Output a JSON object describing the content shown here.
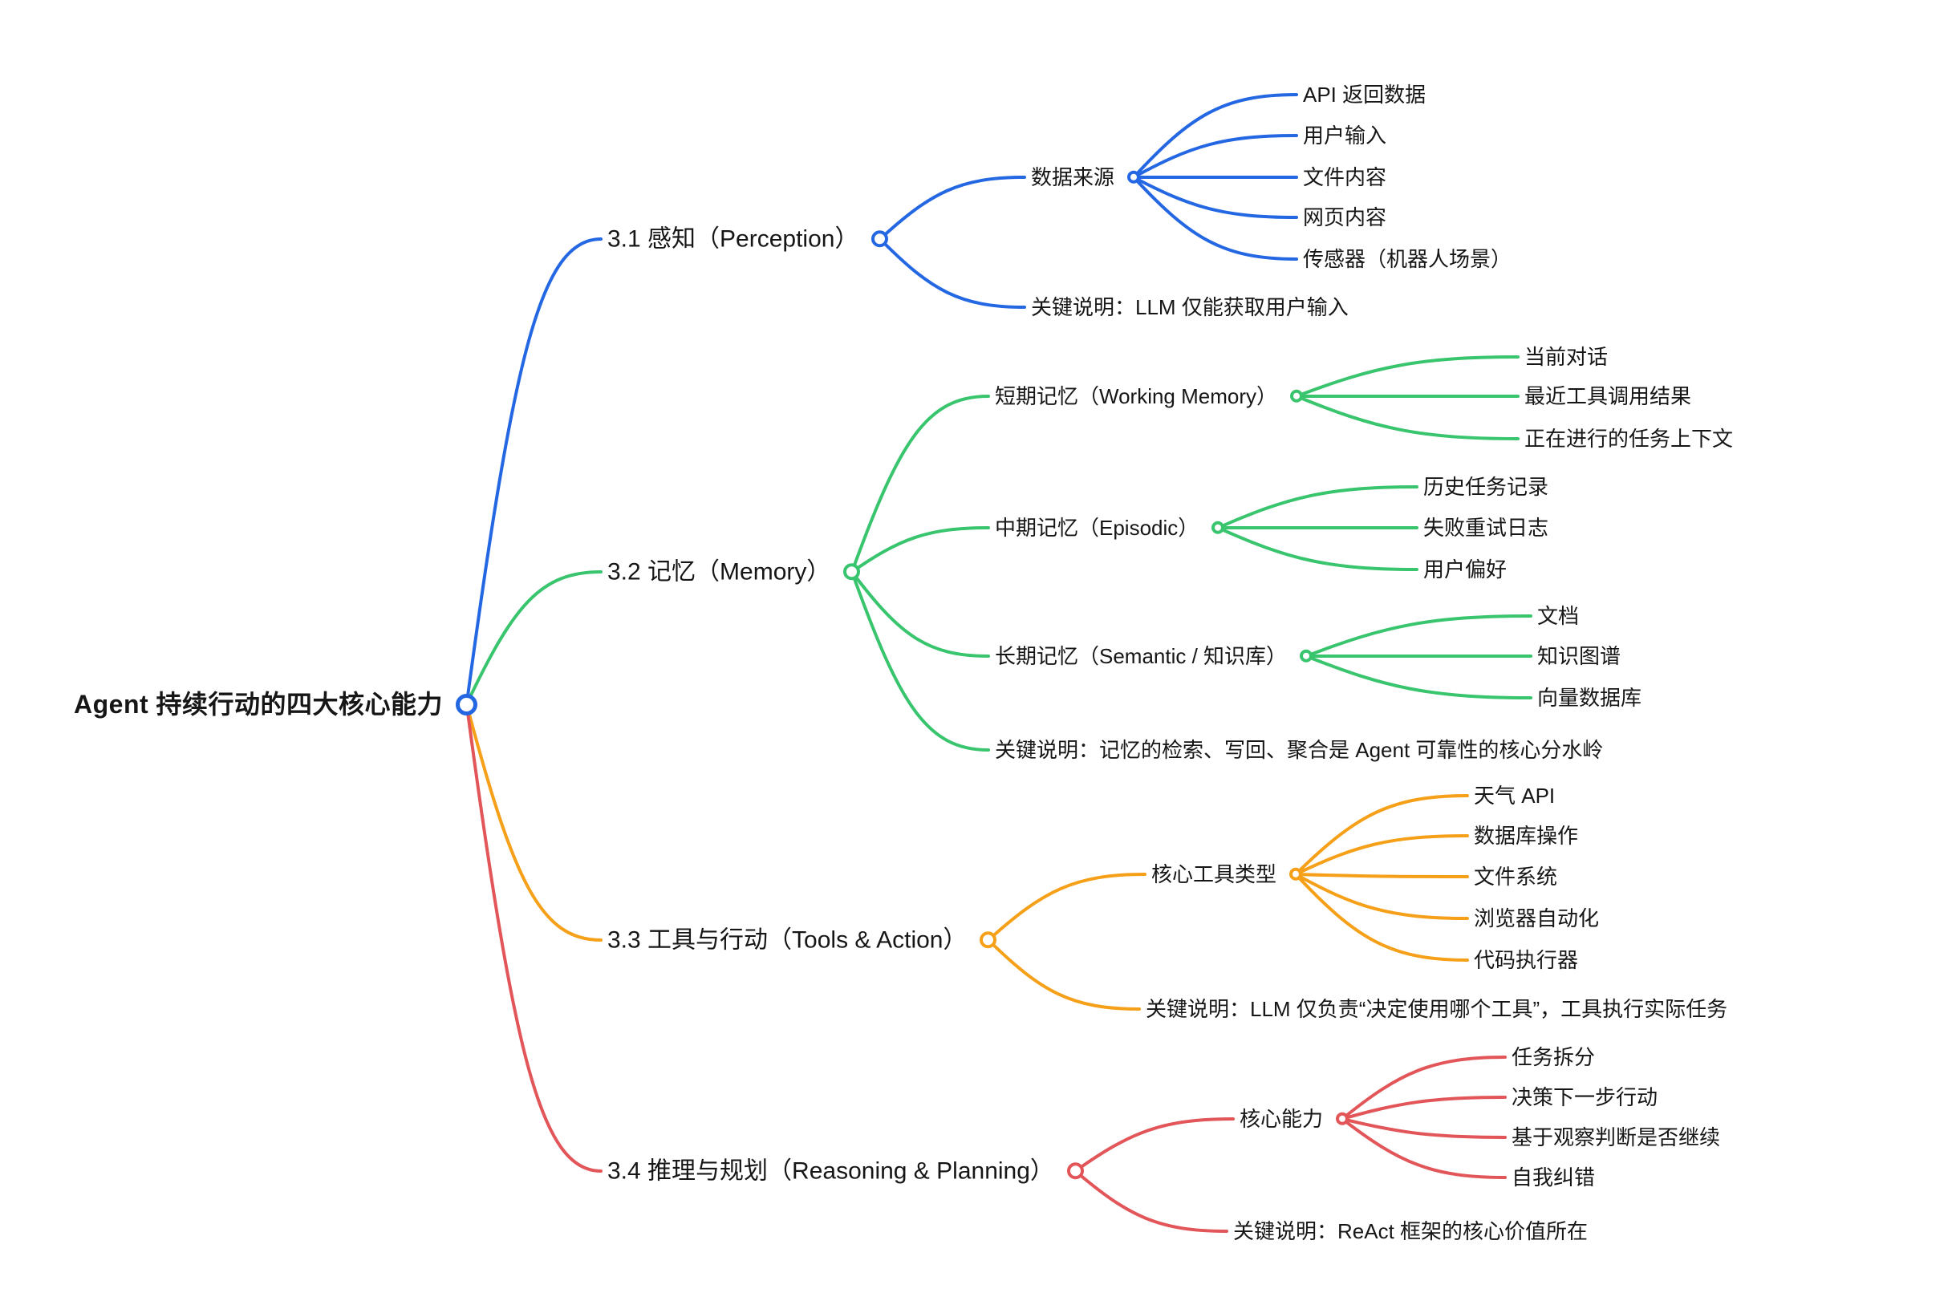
{
  "root": {
    "label": "Agent 持续行动的四大核心能力"
  },
  "colors": {
    "blue": "#2467e2",
    "green": "#39c46e",
    "orange": "#f5a018",
    "red": "#e25558",
    "text": "#161616",
    "background": "#ffffff"
  },
  "branches": [
    {
      "label": "3.1 感知（Perception）",
      "color": "blue",
      "children": [
        {
          "label": "数据来源",
          "children": [
            {
              "label": "API 返回数据"
            },
            {
              "label": "用户输入"
            },
            {
              "label": "文件内容"
            },
            {
              "label": "网页内容"
            },
            {
              "label": "传感器（机器人场景）"
            }
          ]
        },
        {
          "label": "关键说明：LLM 仅能获取用户输入"
        }
      ]
    },
    {
      "label": "3.2 记忆（Memory）",
      "color": "green",
      "children": [
        {
          "label": "短期记忆（Working Memory）",
          "children": [
            {
              "label": "当前对话"
            },
            {
              "label": "最近工具调用结果"
            },
            {
              "label": "正在进行的任务上下文"
            }
          ]
        },
        {
          "label": "中期记忆（Episodic）",
          "children": [
            {
              "label": "历史任务记录"
            },
            {
              "label": "失败重试日志"
            },
            {
              "label": "用户偏好"
            }
          ]
        },
        {
          "label": "长期记忆（Semantic / 知识库）",
          "children": [
            {
              "label": "文档"
            },
            {
              "label": "知识图谱"
            },
            {
              "label": "向量数据库"
            }
          ]
        },
        {
          "label": "关键说明：记忆的检索、写回、聚合是 Agent 可靠性的核心分水岭"
        }
      ]
    },
    {
      "label": "3.3 工具与行动（Tools & Action）",
      "color": "orange",
      "children": [
        {
          "label": "核心工具类型",
          "children": [
            {
              "label": "天气 API"
            },
            {
              "label": "数据库操作"
            },
            {
              "label": "文件系统"
            },
            {
              "label": "浏览器自动化"
            },
            {
              "label": "代码执行器"
            }
          ]
        },
        {
          "label": "关键说明：LLM 仅负责“决定使用哪个工具”，工具执行实际任务"
        }
      ]
    },
    {
      "label": "3.4 推理与规划（Reasoning & Planning）",
      "color": "red",
      "children": [
        {
          "label": "核心能力",
          "children": [
            {
              "label": "任务拆分"
            },
            {
              "label": "决策下一步行动"
            },
            {
              "label": "基于观察判断是否继续"
            },
            {
              "label": "自我纠错"
            }
          ]
        },
        {
          "label": "关键说明：ReAct 框架的核心价值所在"
        }
      ]
    }
  ]
}
